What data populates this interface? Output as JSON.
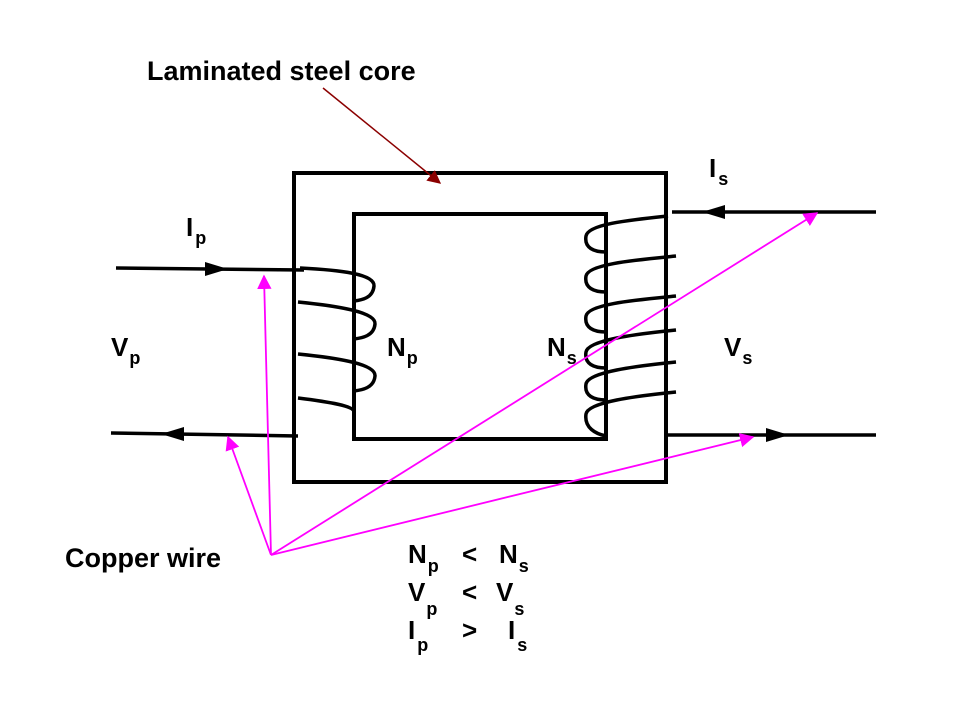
{
  "labels": {
    "core": "Laminated steel core",
    "copper": "Copper wire",
    "ip": {
      "main": "I",
      "sub": "p"
    },
    "is": {
      "main": "I",
      "sub": "s"
    },
    "vp": {
      "main": "V",
      "sub": "p"
    },
    "vs": {
      "main": "V",
      "sub": "s"
    },
    "np": {
      "main": "N",
      "sub": "p"
    },
    "ns": {
      "main": "N",
      "sub": "s"
    }
  },
  "relations": [
    {
      "left": "N",
      "left_sub": "p",
      "op": "<",
      "right": "N",
      "right_sub": "s"
    },
    {
      "left": "V",
      "left_sub": "p",
      "op": "<",
      "right": "V",
      "right_sub": "s"
    },
    {
      "left": "I",
      "left_sub": "p",
      "op": ">",
      "right": "I",
      "right_sub": "s"
    }
  ],
  "colors": {
    "wire": "#000000",
    "core_pointer": "#8b0000",
    "copper_pointer": "#ff00ff"
  }
}
